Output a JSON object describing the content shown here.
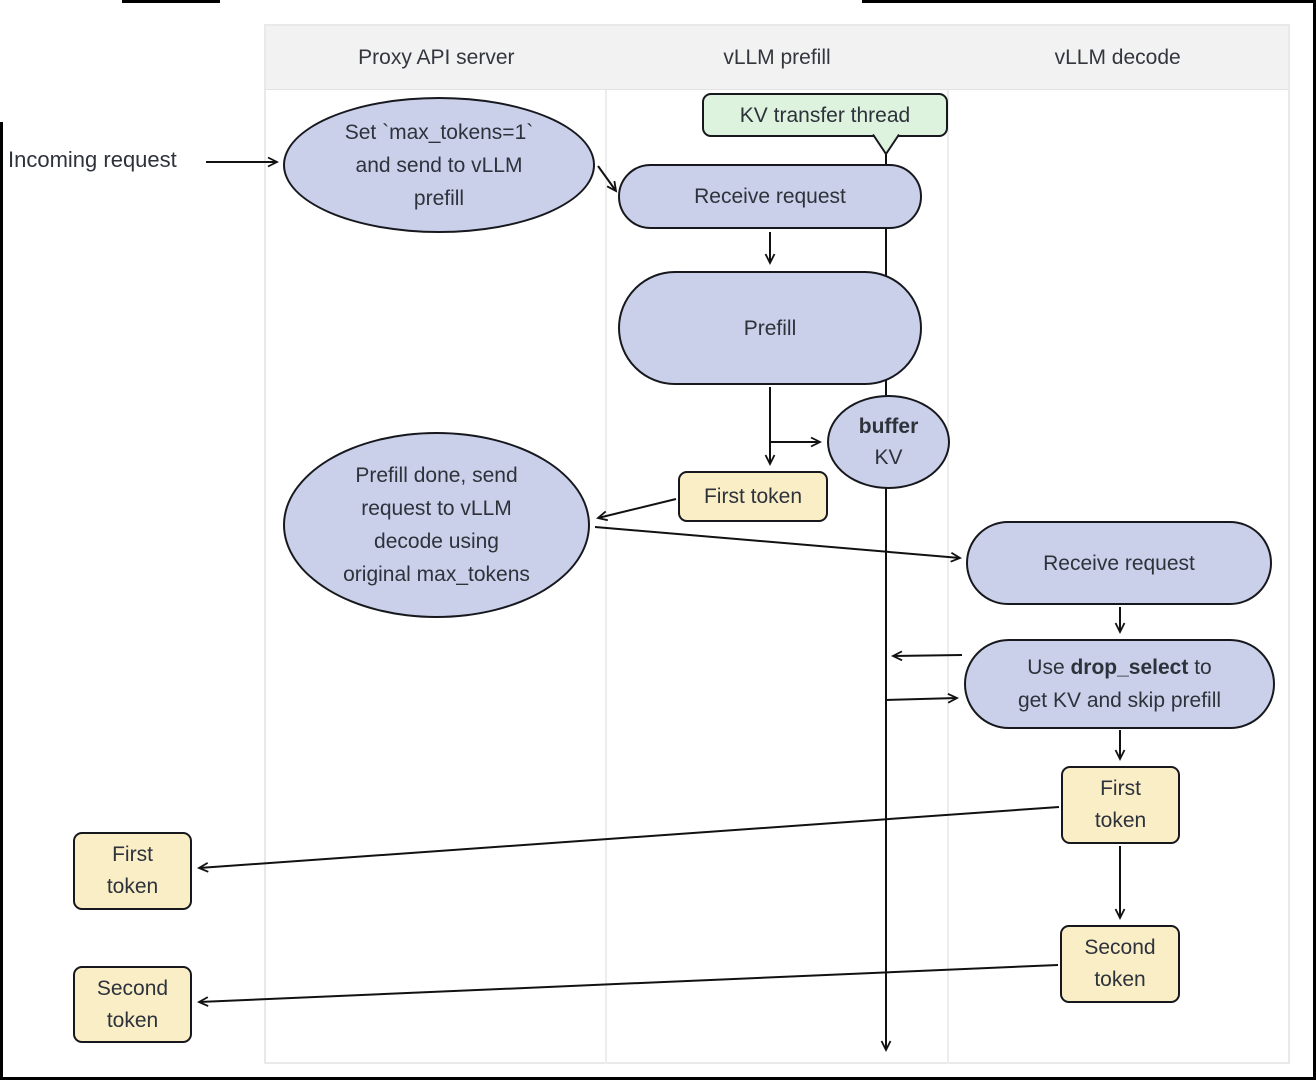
{
  "header": {
    "columns": [
      "Proxy API server",
      "vLLM prefill",
      "vLLM decode"
    ]
  },
  "external": {
    "incoming_request": "Incoming request"
  },
  "proxy": {
    "set_max_tokens": {
      "lines": [
        "Set `max_tokens=1`",
        "and send to vLLM",
        "prefill"
      ]
    },
    "prefill_done": {
      "lines": [
        "Prefill done, send",
        "request to vLLM",
        "decode using",
        "original max_tokens"
      ]
    },
    "first_token": {
      "lines": [
        "First",
        "token"
      ]
    },
    "second_token": {
      "lines": [
        "Second",
        "token"
      ]
    }
  },
  "prefill_lane": {
    "kv_transfer_thread": "KV transfer thread",
    "receive_request": "Receive request",
    "prefill": "Prefill",
    "buffer_kv": {
      "bold": "buffer",
      "rest": "KV"
    },
    "first_token": "First token"
  },
  "decode_lane": {
    "receive_request": "Receive request",
    "drop_select": {
      "pre": "Use ",
      "bold": "drop_select",
      "post": " to",
      "line2": "get KV and skip prefill"
    },
    "first_token": {
      "lines": [
        "First",
        "token"
      ]
    },
    "second_token": {
      "lines": [
        "Second",
        "token"
      ]
    }
  },
  "colors": {
    "node_lavender": "#cbd0ea",
    "node_yellow": "#faeec7",
    "node_green": "#ddf3de",
    "node_border": "#16181d",
    "header_bg": "#f2f2f3",
    "panel_border": "#e9e9ea",
    "arrow": "#111111",
    "text": "#2d323b"
  }
}
